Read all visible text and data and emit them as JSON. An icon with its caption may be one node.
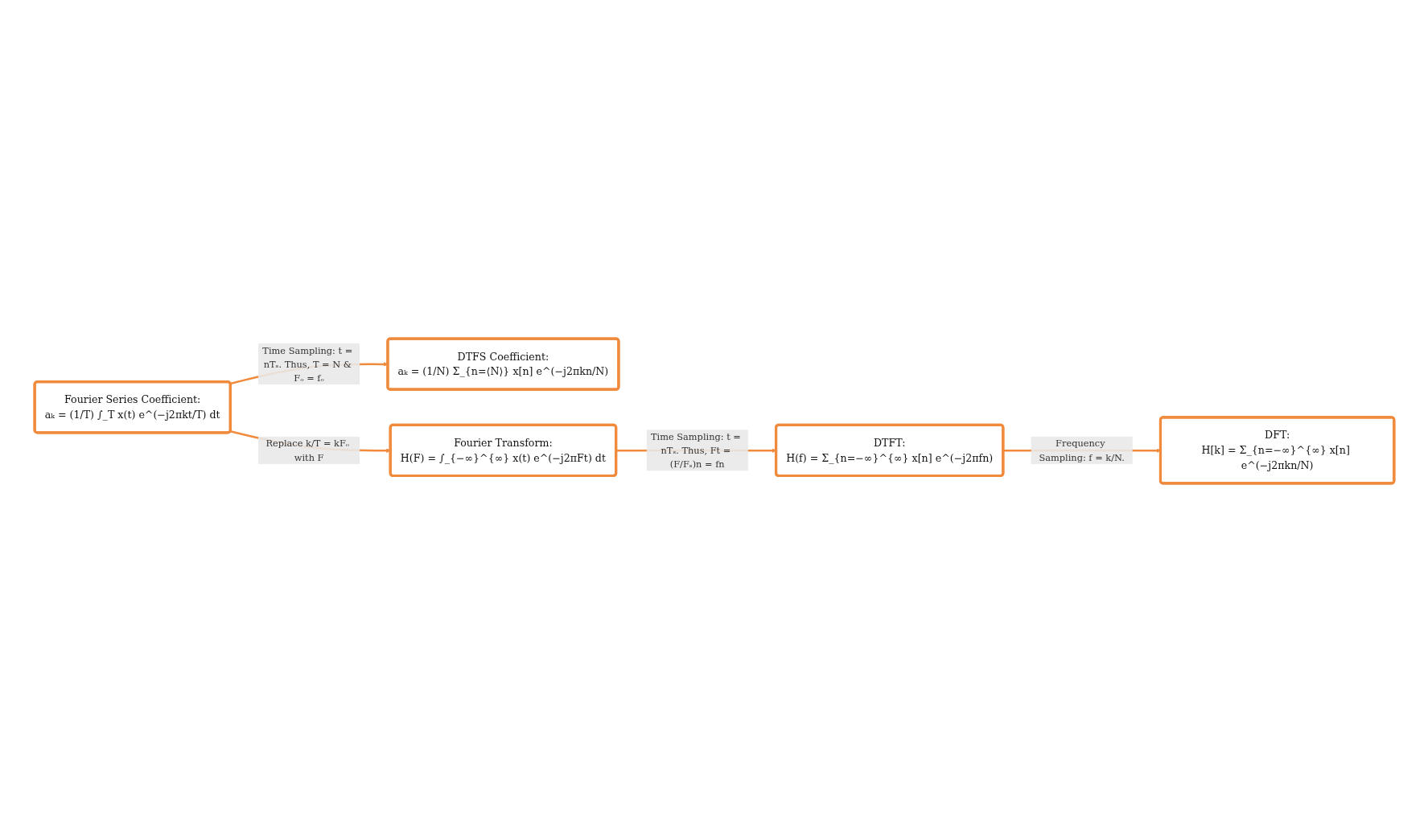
{
  "diagram": {
    "nodes": [
      {
        "text": [
          "Fourier Series Coefficient:",
          "aₖ = (1/T) ∫_T x(t) e^(−j2πkt/T) dt"
        ]
      },
      {
        "text": [
          "DTFS Coefficient:",
          "aₖ = (1/N) Σ_{n=⟨N⟩} x[n] e^(−j2πkn/N)"
        ]
      },
      {
        "text": [
          "DTFT:",
          "H(f) = Σ_{n=−∞}^{∞} x[n] e^(−j2πfn)"
        ]
      },
      {
        "text": [
          "Fourier Transform:",
          "H(F) = ∫_{−∞}^{∞} x(t) e^(−j2πFt) dt"
        ]
      },
      {
        "text": [
          "DFT:",
          "H[k] = Σ_{n=−∞}^{∞} x[n] e^(−j2πkn/N)"
        ]
      }
    ],
    "edges": [
      {
        "from": 0,
        "to": 1,
        "arrow": "to",
        "label": "Time Sampling: t = nTₛ. Thus, T = N & Fₒ = fₒ"
      },
      {
        "from": 0,
        "to": 3,
        "arrow": "to",
        "label": "Replace k/T = kFₒ with F"
      },
      {
        "from": 3,
        "to": 2,
        "arrow": "to",
        "label": "Time Sampling: t = nTₛ. Thus, Ft = (F/Fₛ)n = fn"
      },
      {
        "from": 2,
        "to": 4,
        "arrow": "to",
        "label": "Frequency Sampling: f = k/N."
      }
    ]
  }
}
